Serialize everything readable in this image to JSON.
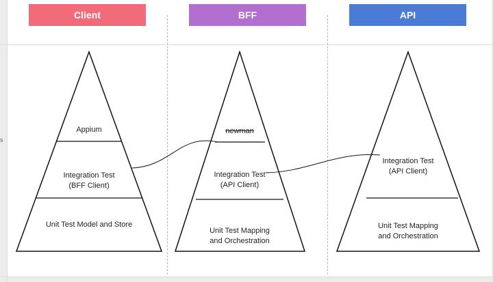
{
  "columns": [
    {
      "header": "Client",
      "color": "#f26b7a",
      "layers": [
        "Appium",
        "Integration Test\n(BFF Client)",
        "Unit Test Model and Store"
      ]
    },
    {
      "header": "BFF",
      "color": "#b36fcf",
      "layers": [
        "newman",
        "Integration Test\n(API Client)",
        "Unit Test Mapping\nand Orchestration"
      ]
    },
    {
      "header": "API",
      "color": "#4b7bd6",
      "layers": [
        "Integration Test\n(API Client)",
        "Unit Test Mapping\nand Orchestration"
      ]
    }
  ],
  "edge_mark": "s"
}
